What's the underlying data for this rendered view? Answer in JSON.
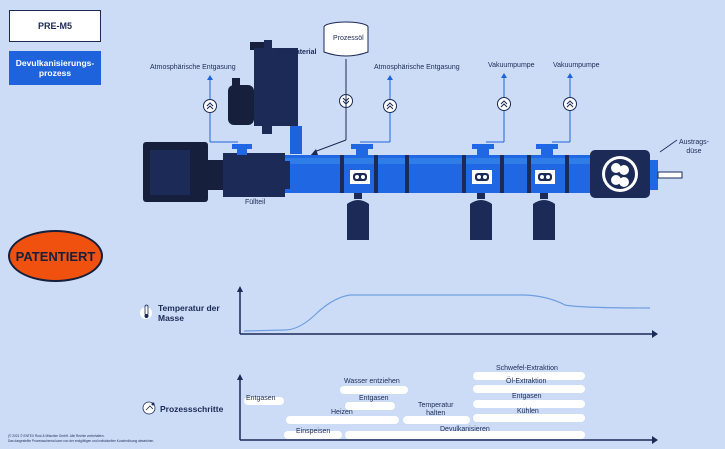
{
  "header": {
    "model": "PRE-M5",
    "process_title": "Devulkanisierungs-\nprozess"
  },
  "badge": {
    "patent": "PATENTIERT"
  },
  "diagram": {
    "labels": {
      "rohmaterial": "Rohmaterial",
      "prozessoel": "Prozessöl",
      "atm1": "Atmosphärische Entgasung",
      "atm2": "Atmosphärische Entgasung",
      "vak1": "Vakuumpumpe",
      "vak2": "Vakuumpumpe",
      "austrag": "Austrags-\ndüse",
      "fuellteil": "Füllteil"
    }
  },
  "sections": {
    "temperature": "Temperatur der\nMasse",
    "steps": "Prozessschritte"
  },
  "steps": {
    "entgasen_left": "Entgasen",
    "wasser": "Wasser entziehen",
    "entgasen_mid": "Entgasen",
    "heizen": "Heizen",
    "temp_halten": "Temperatur\nhalten",
    "schwefel": "Schwefel-Extraktion",
    "oel": "Öl-Extraktion",
    "entgasen_right": "Entgasen",
    "kuehlen": "Kühlen",
    "einspeisen": "Einspeisen",
    "devulkanisieren": "Devulkanisieren"
  },
  "footer": {
    "line1": "(© 2021 © ENTEX Rust & Mitschke GmbH. Alle Rechte vorbehalten.",
    "line2": "Das dargestellte Prozessschema kann von der endgültigen und individuellen Kundenlösung abweichen."
  },
  "colors": {
    "background": "#ccdcf6",
    "navy": "#1b2a56",
    "blue": "#1f63dc",
    "light_blue": "#2f7ee8",
    "patent": "#f0510f",
    "curve": "#6f9fe0"
  }
}
